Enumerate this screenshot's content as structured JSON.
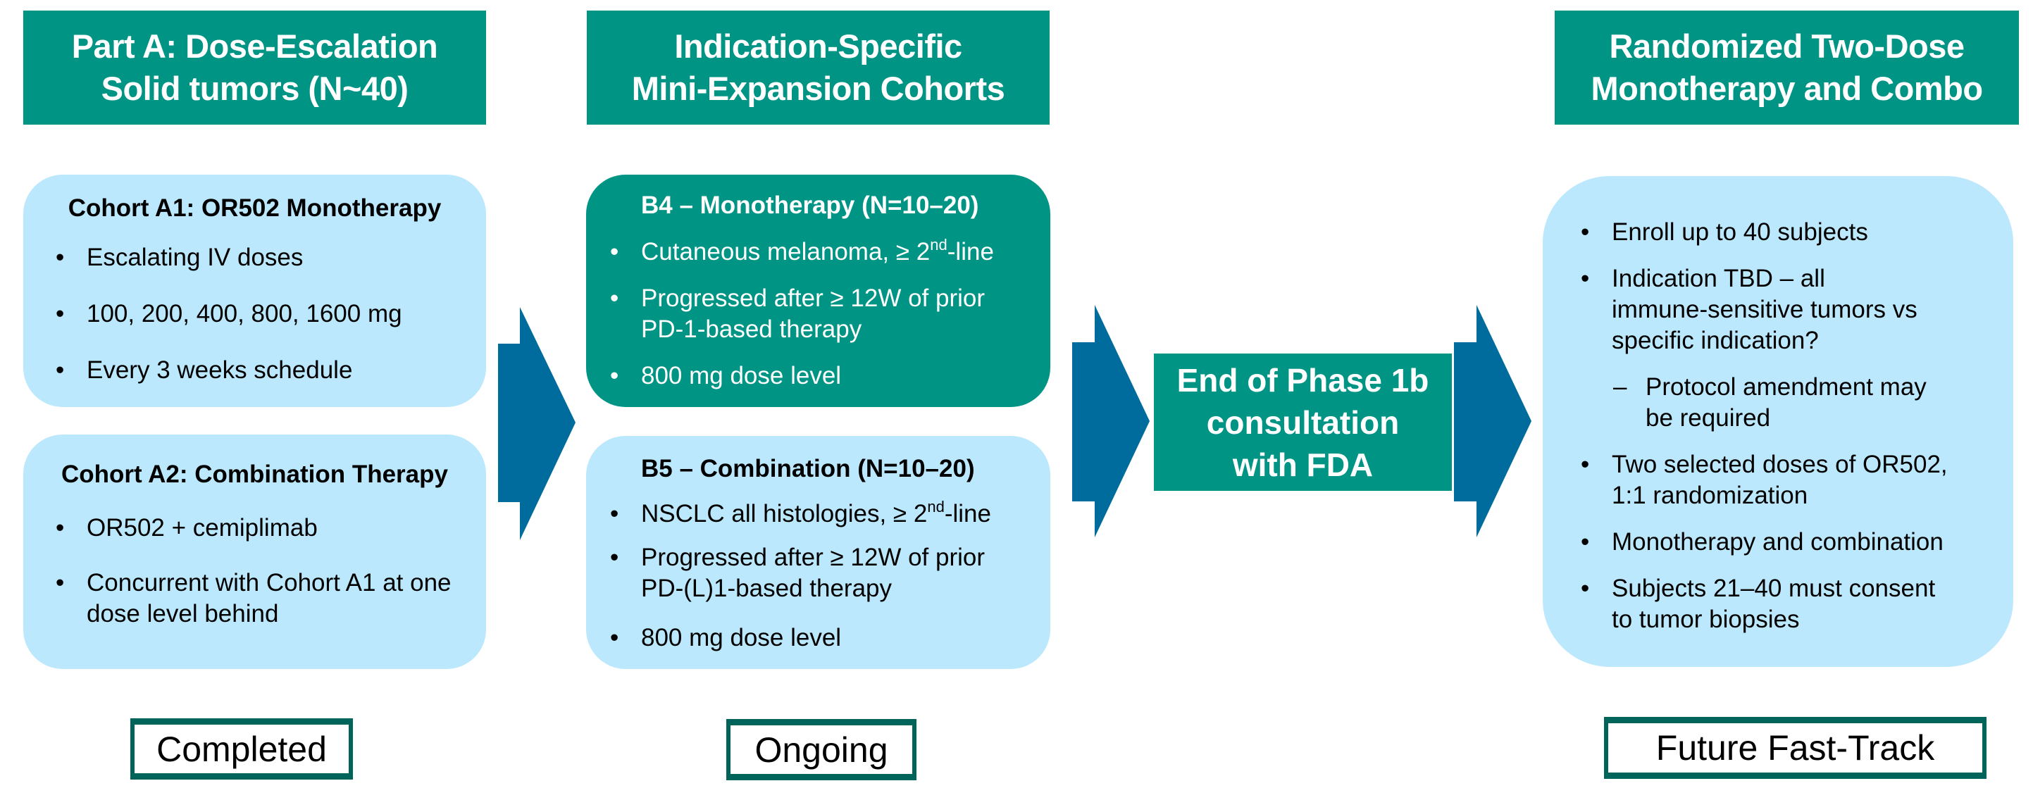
{
  "colors": {
    "teal": "#009485",
    "light_blue": "#bbe8fc",
    "arrow_blue": "#006c9e",
    "status_border": "#00645a"
  },
  "columns": [
    {
      "header": [
        "Part A: Dose-Escalation",
        "Solid tumors (N~40)"
      ],
      "status": "Completed"
    },
    {
      "header": [
        "Indication-Specific",
        "Mini-Expansion Cohorts"
      ],
      "status": "Ongoing"
    },
    {
      "header": [
        "Randomized Two-Dose",
        "Monotherapy and Combo"
      ],
      "status": "Future Fast-Track"
    }
  ],
  "cohort_a1": {
    "title": "Cohort A1: OR502 Monotherapy",
    "bullets": [
      "Escalating IV doses",
      "100, 200, 400, 800, 1600 mg",
      "Every 3 weeks schedule"
    ]
  },
  "cohort_a2": {
    "title": "Cohort A2: Combination Therapy",
    "bullets": [
      "OR502 + cemiplimab",
      "Concurrent with Cohort A1 at one dose level behind"
    ]
  },
  "cohort_b4": {
    "title": "B4 – Monotherapy (N=10–20)",
    "bullets": [
      {
        "pre": "Cutaneous melanoma, ≥ 2",
        "sup": "nd",
        "post": "-line"
      },
      {
        "pre": "Progressed after ≥ 12W of prior PD-1-based therapy",
        "sup": "",
        "post": ""
      },
      {
        "pre": "800 mg dose level",
        "sup": "",
        "post": ""
      }
    ]
  },
  "cohort_b5": {
    "title": "B5 – Combination (N=10–20)",
    "bullets": [
      {
        "pre": "NSCLC all histologies, ≥ 2",
        "sup": "nd",
        "post": "-line"
      },
      {
        "pre": "Progressed after ≥ 12W of prior PD-(L)1-based therapy",
        "sup": "",
        "post": ""
      },
      {
        "pre": "800 mg dose level",
        "sup": "",
        "post": ""
      }
    ]
  },
  "fda_box": [
    "End of Phase 1b",
    "consultation",
    "with FDA"
  ],
  "randomized": {
    "bullets": [
      {
        "marker": "•",
        "text": "Enroll up to 40 subjects",
        "level": 1
      },
      {
        "marker": "•",
        "text": "Indication TBD – all immune-sensitive tumors vs specific indication?",
        "level": 1
      },
      {
        "marker": "–",
        "text": "Protocol amendment may be required",
        "level": 2
      },
      {
        "marker": "•",
        "text": "Two selected doses of OR502, 1:1 randomization",
        "level": 1
      },
      {
        "marker": "•",
        "text": "Monotherapy and combination",
        "level": 1
      },
      {
        "marker": "•",
        "text": "Subjects 21–40 must consent to tumor biopsies",
        "level": 1
      }
    ]
  },
  "bullet_glyph": "•"
}
